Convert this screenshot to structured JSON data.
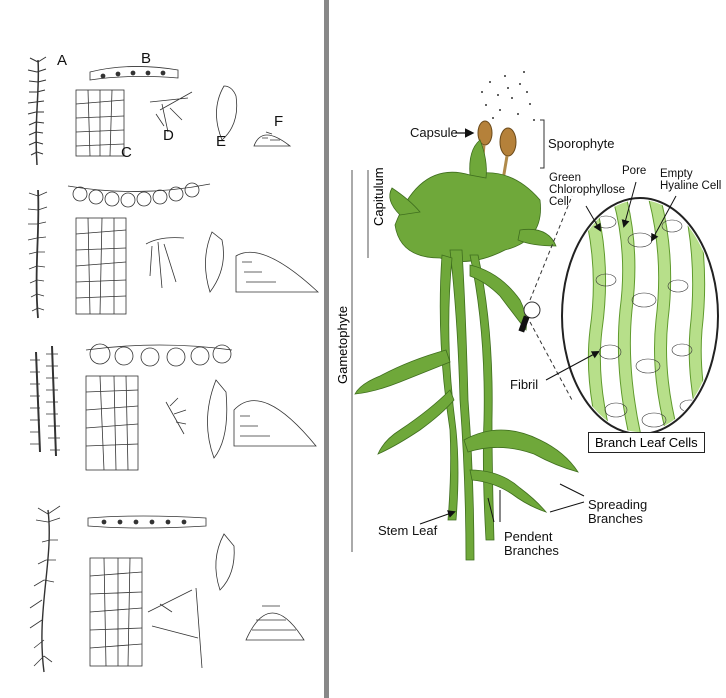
{
  "plate_labels": {
    "a": "A",
    "b": "B",
    "c": "C",
    "d": "D",
    "e": "E",
    "f": "F"
  },
  "diagram": {
    "capsule": "Capsule",
    "sporophyte": "Sporophyte",
    "capitulum": "Capitulum",
    "gametophyte": "Gametophyte",
    "green_cell": "Green Chlorophyllose Cell",
    "pore": "Pore",
    "empty_hyaline": "Empty Hyaline Cell",
    "fibril": "Fibril",
    "branch_leaf_cells": "Branch Leaf Cells",
    "stem_leaf": "Stem Leaf",
    "pendent_branches": "Pendent Branches",
    "spreading_branches": "Spreading Branches"
  },
  "colors": {
    "moss_green": "#6fa83a",
    "moss_dark": "#3f6e1e",
    "cell_green": "#b7df8a",
    "capsule": "#b5813a",
    "divider": "#888888"
  }
}
